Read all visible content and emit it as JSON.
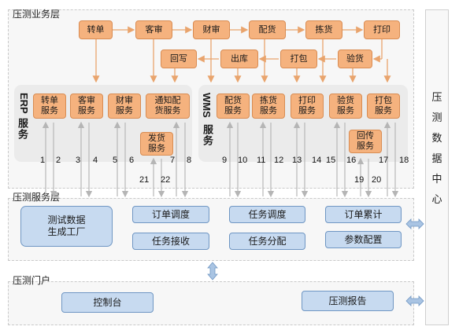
{
  "regions": {
    "business_layer": "压测业务层",
    "service_layer": "压测服务层",
    "portal": "压测门户"
  },
  "flow": {
    "top_row": [
      "转单",
      "客审",
      "财审",
      "配货",
      "拣货",
      "打印"
    ],
    "second_row": [
      "回写",
      "出库",
      "打包",
      "验货"
    ]
  },
  "erp": {
    "label_a": "ERP",
    "label_b": "服务",
    "services": [
      "转单\n服务",
      "客审\n服务",
      "财审\n服务",
      "通知配\n货服务"
    ],
    "ship_service": "发货\n服务"
  },
  "wms": {
    "label_a": "WMS",
    "label_b": "服务",
    "services": [
      "配货\n服务",
      "拣货\n服务",
      "打印\n服务",
      "验货\n服务",
      "打包\n服务"
    ],
    "return_service": "回传\n服务"
  },
  "numbers": [
    "1",
    "2",
    "3",
    "4",
    "5",
    "6",
    "7",
    "8",
    "9",
    "10",
    "11",
    "12",
    "13",
    "14",
    "15",
    "16",
    "17",
    "18",
    "19",
    "20",
    "21",
    "22"
  ],
  "service_boxes": {
    "test_data_factory": "测试数据\n生成工厂",
    "order_dispatch": "订单调度",
    "task_dispatch": "任务调度",
    "order_accum": "订单累计",
    "task_receive": "任务接收",
    "task_assign": "任务分配",
    "param_config": "参数配置"
  },
  "portal_boxes": {
    "console": "控制台",
    "report": "压测报告"
  },
  "data_center": [
    "压",
    "测",
    "数",
    "据",
    "中",
    "心"
  ],
  "colors": {
    "orange_box": "#f5b27e",
    "blue_box": "#c7daf0"
  }
}
